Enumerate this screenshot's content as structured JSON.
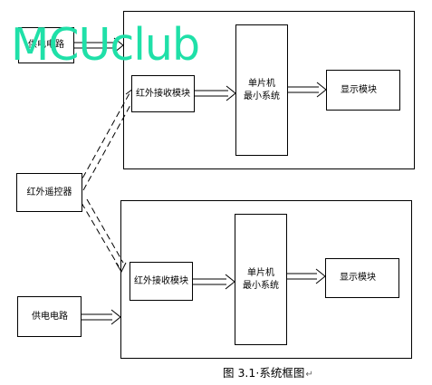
{
  "diagram": {
    "top_unit": {
      "power_label": "供电电路",
      "ir_receiver_label": "红外接收模块",
      "mcu_label": "单片机\n最小系统",
      "display_label": "显示模块"
    },
    "remote_label": "红外遥控器",
    "bottom_unit": {
      "power_label": "供电电路",
      "ir_receiver_label": "红外接收模块",
      "mcu_label": "单片机\n最小系统",
      "display_label": "显示模块"
    },
    "caption": "图 3.1·系统框图",
    "caption_mark": "↵"
  },
  "watermark": {
    "text": "MCUclub",
    "color": "#1fe0a8"
  }
}
